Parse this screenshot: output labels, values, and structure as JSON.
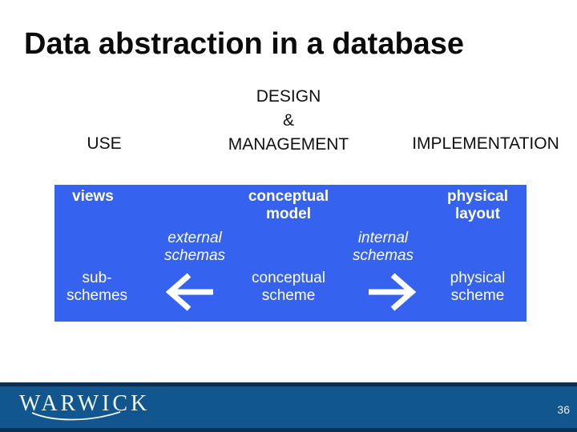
{
  "title": "Data abstraction in a database",
  "phases": {
    "use": "USE",
    "design_lines": [
      "DESIGN",
      "&",
      "MANAGEMENT"
    ],
    "implementation": "IMPLEMENTATION"
  },
  "diagram": {
    "box_color": "#3562EF",
    "text_color": "#FFFFFF",
    "labels": {
      "views": "views",
      "conceptual_model": [
        "conceptual",
        "model"
      ],
      "physical_layout": [
        "physical",
        "layout"
      ],
      "external_schemas": [
        "external",
        "schemas"
      ],
      "internal_schemas": [
        "internal",
        "schemas"
      ],
      "sub_schemes": [
        "sub-",
        "schemes"
      ],
      "conceptual_scheme": [
        "conceptual",
        "scheme"
      ],
      "physical_scheme": [
        "physical",
        "scheme"
      ]
    },
    "icons": {
      "left_arrow": "left-arrow-icon",
      "right_arrow": "right-arrow-icon"
    }
  },
  "footer": {
    "logo_text": "WARWICK",
    "page_number": "36",
    "band_color": "#11568F",
    "stripe_color": "#0B2F55"
  }
}
